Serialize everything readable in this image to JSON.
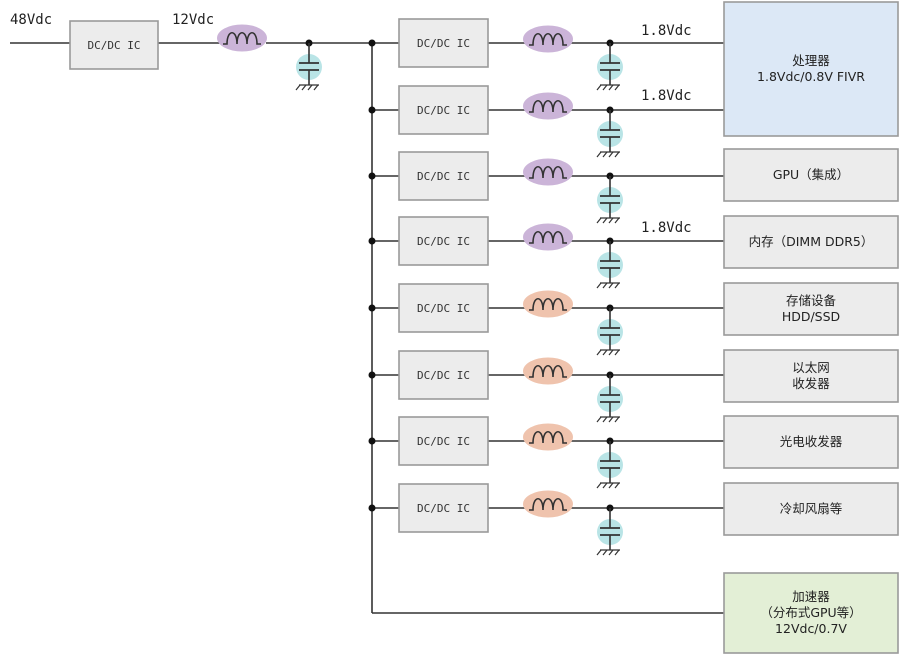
{
  "input_voltage": "48Vdc",
  "bus_voltage": "12Vdc",
  "converter_label": "DC/DC IC",
  "rail_labels": {
    "cpu": "1.8Vdc",
    "cpu_alt": "1.8Vdc",
    "memory": "1.8Vdc"
  },
  "loads": {
    "cpu": {
      "lines": [
        "处理器",
        "1.8Vdc/0.8V FIVR"
      ]
    },
    "gpu": {
      "lines": [
        "GPU（集成）"
      ]
    },
    "memory": {
      "lines": [
        "内存（DIMM DDR5）"
      ]
    },
    "storage": {
      "lines": [
        "存储设备",
        "HDD/SSD"
      ]
    },
    "ethernet": {
      "lines": [
        "以太网",
        "收发器"
      ]
    },
    "optical": {
      "lines": [
        "光电收发器"
      ]
    },
    "fan": {
      "lines": [
        "冷却风扇等"
      ]
    },
    "accelerator": {
      "lines": [
        "加速器",
        "（分布式GPU等）",
        "12Vdc/0.7V"
      ]
    }
  },
  "colors": {
    "inductor_purple": "#cbb4d8",
    "inductor_orange": "#efc3ad",
    "capacitor": "#b9e4e6",
    "cpu_box": "#dce8f6",
    "load_box": "#ececec",
    "accel_box": "#e3efd6",
    "converter_box": "#ececec"
  },
  "icons": {
    "inductor": "inductor-icon",
    "capacitor": "capacitor-icon",
    "ground": "ground-icon"
  }
}
